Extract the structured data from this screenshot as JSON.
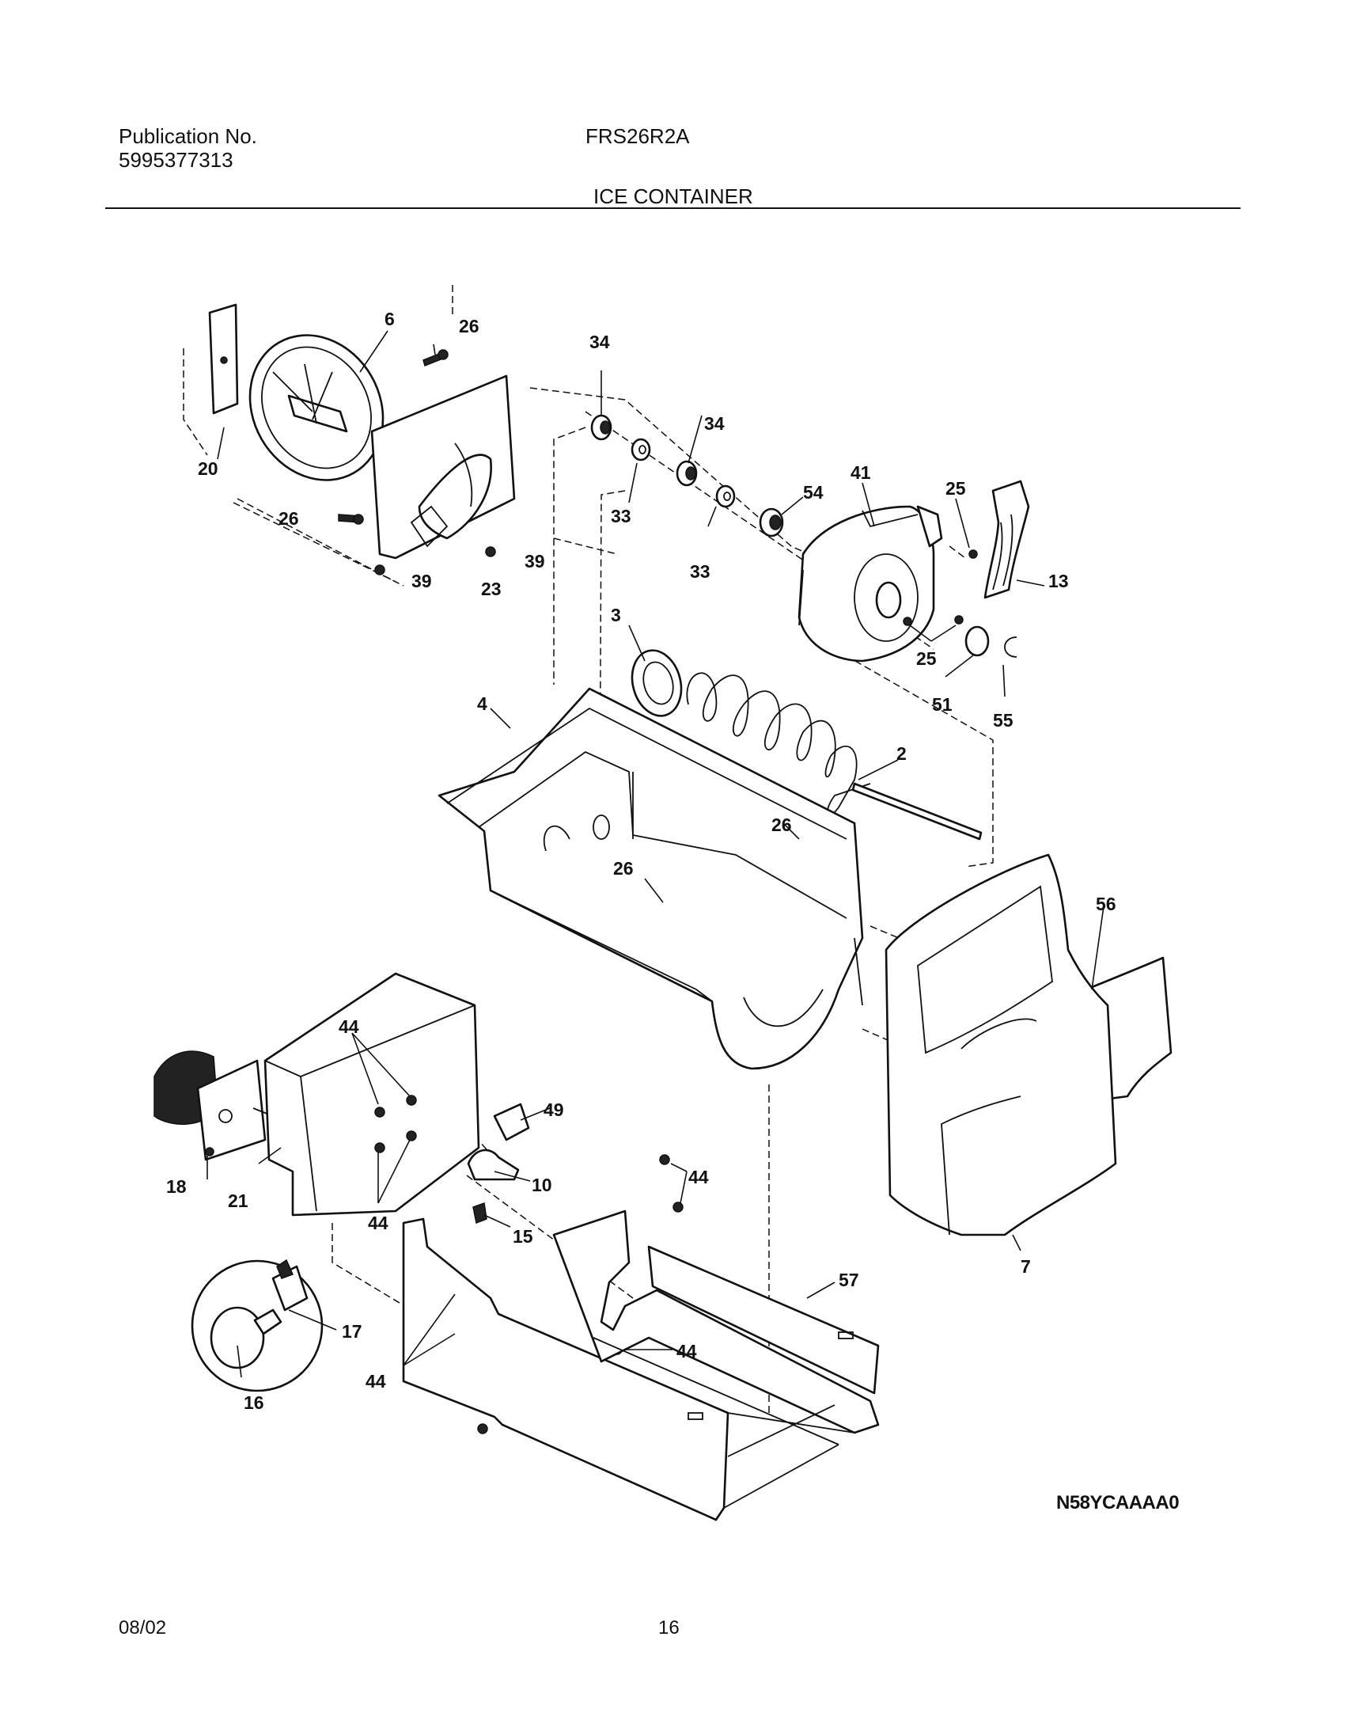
{
  "header": {
    "publication_label": "Publication No.",
    "publication_number": "5995377313",
    "model": "FRS26R2A",
    "section_title": "ICE CONTAINER"
  },
  "diagram": {
    "callouts": [
      "2",
      "3",
      "4",
      "6",
      "7",
      "10",
      "13",
      "15",
      "16",
      "17",
      "18",
      "20",
      "21",
      "23",
      "25",
      "26",
      "33",
      "34",
      "39",
      "41",
      "44",
      "49",
      "51",
      "54",
      "55",
      "56",
      "57"
    ],
    "drawing_code": "N58YCAAAA0"
  },
  "footer": {
    "date": "08/02",
    "page": "16"
  }
}
